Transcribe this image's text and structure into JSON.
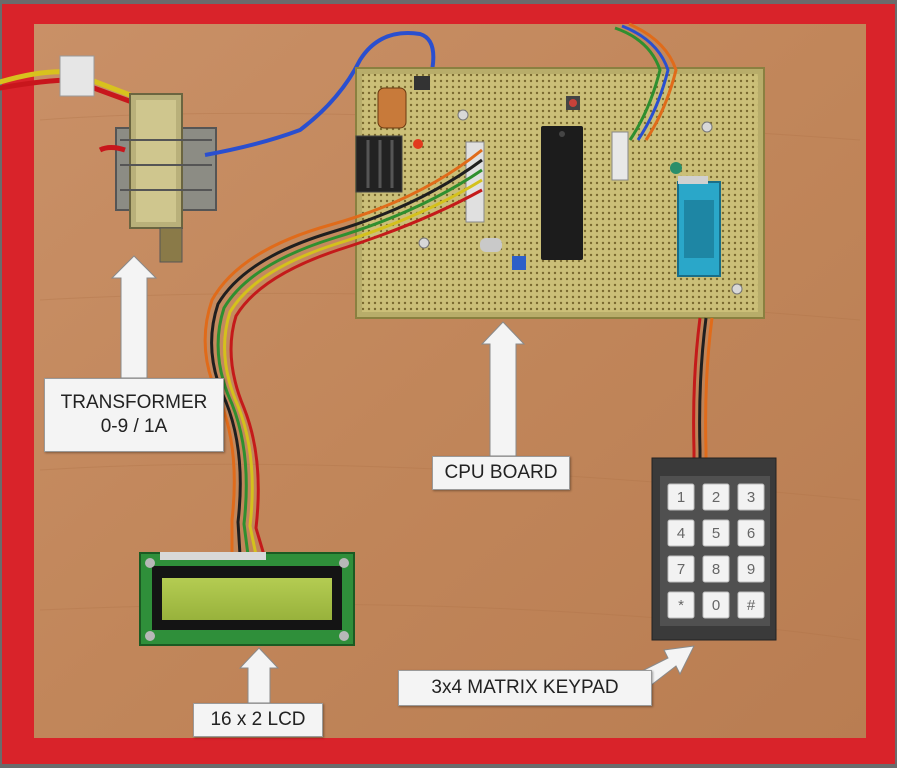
{
  "labels": {
    "transformer_line1": "TRANSFORMER",
    "transformer_line2": "0-9 / 1A",
    "cpu_board": "CPU BOARD",
    "lcd": "16 x 2 LCD",
    "keypad": "3x4 MATRIX KEYPAD"
  },
  "keypad_keys": [
    "1",
    "2",
    "3",
    "4",
    "5",
    "6",
    "7",
    "8",
    "9",
    "*",
    "0",
    "#"
  ],
  "colors": {
    "frame_red": "#d9232a",
    "plywood": "#c48a5e",
    "pcb": "#c9c07a",
    "lcd_screen": "#a9c24a",
    "lcd_pcb": "#2f8f3a",
    "zif_socket": "#2aa7c9",
    "chip": "#1c1c1c"
  }
}
